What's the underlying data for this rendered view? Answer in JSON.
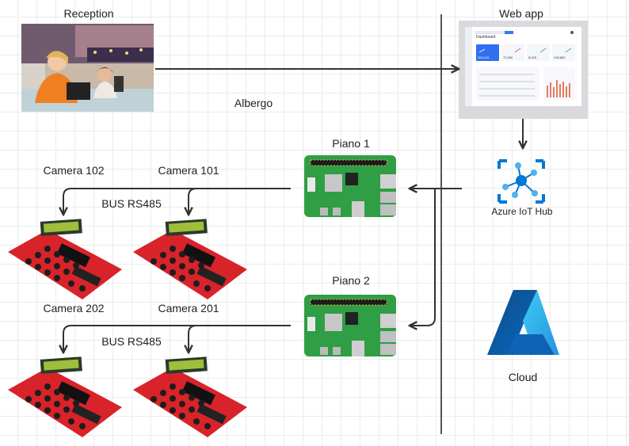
{
  "labels": {
    "reception": "Reception",
    "web_app": "Web app",
    "albergo": "Albergo",
    "piano1": "Piano 1",
    "piano2": "Piano 2",
    "camera102": "Camera 102",
    "camera101": "Camera 101",
    "camera202": "Camera 202",
    "camera201": "Camera 201",
    "bus_top": "BUS RS485",
    "bus_bottom": "BUS RS485",
    "iot_hub": "Azure IoT Hub",
    "cloud": "Cloud"
  },
  "webapp_screen": {
    "title": "Dashboard",
    "stats": [
      "206,416",
      "72,300",
      "8,425",
      "128,860"
    ]
  },
  "colors": {
    "board_red": "#d8232a",
    "pi_green": "#2f9e44",
    "azure_blue": "#0078d4",
    "arrow": "#333333"
  }
}
